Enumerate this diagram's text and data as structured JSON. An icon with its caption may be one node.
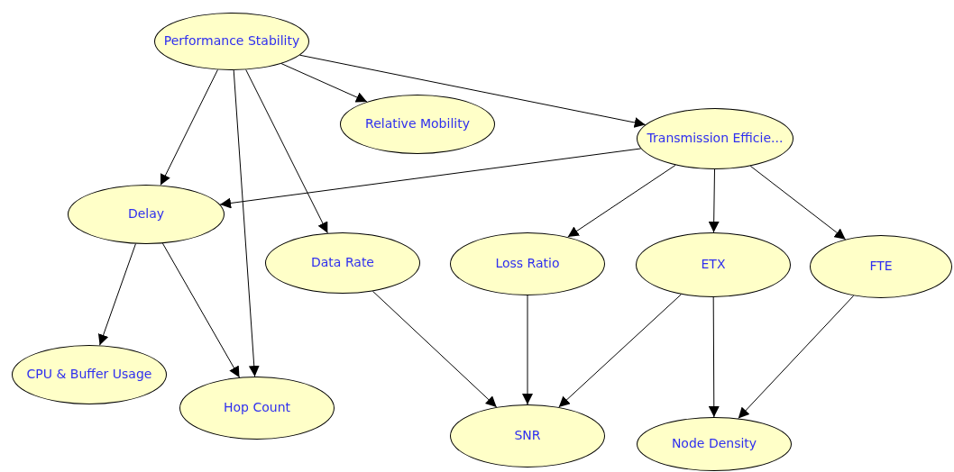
{
  "diagram": {
    "nodes": [
      {
        "text": [
          "Performance Stability"
        ]
      },
      {
        "text": [
          "Relative Mobility"
        ]
      },
      {
        "text": [
          "Transmission Efficie..."
        ]
      },
      {
        "text": [
          "Delay"
        ]
      },
      {
        "text": [
          "Data Rate"
        ]
      },
      {
        "text": [
          "Loss Ratio"
        ]
      },
      {
        "text": [
          "ETX"
        ]
      },
      {
        "text": [
          "FTE"
        ]
      },
      {
        "text": [
          "CPU & Buffer Usage"
        ]
      },
      {
        "text": [
          "Hop Count"
        ]
      },
      {
        "text": [
          "SNR"
        ]
      },
      {
        "text": [
          "Node Density"
        ]
      }
    ],
    "edges": [
      {
        "from": 0,
        "to": 1,
        "arrow": "to"
      },
      {
        "from": 0,
        "to": 2,
        "arrow": "to"
      },
      {
        "from": 0,
        "to": 3,
        "arrow": "to"
      },
      {
        "from": 0,
        "to": 9,
        "arrow": "to"
      },
      {
        "from": 0,
        "to": 4,
        "arrow": "to"
      },
      {
        "from": 2,
        "to": 3,
        "arrow": "to"
      },
      {
        "from": 2,
        "to": 5,
        "arrow": "to"
      },
      {
        "from": 2,
        "to": 6,
        "arrow": "to"
      },
      {
        "from": 2,
        "to": 7,
        "arrow": "to"
      },
      {
        "from": 3,
        "to": 8,
        "arrow": "to"
      },
      {
        "from": 3,
        "to": 9,
        "arrow": "to"
      },
      {
        "from": 4,
        "to": 10,
        "arrow": "to"
      },
      {
        "from": 5,
        "to": 10,
        "arrow": "to"
      },
      {
        "from": 6,
        "to": 10,
        "arrow": "to"
      },
      {
        "from": 6,
        "to": 11,
        "arrow": "to"
      },
      {
        "from": 7,
        "to": 11,
        "arrow": "to"
      }
    ]
  }
}
